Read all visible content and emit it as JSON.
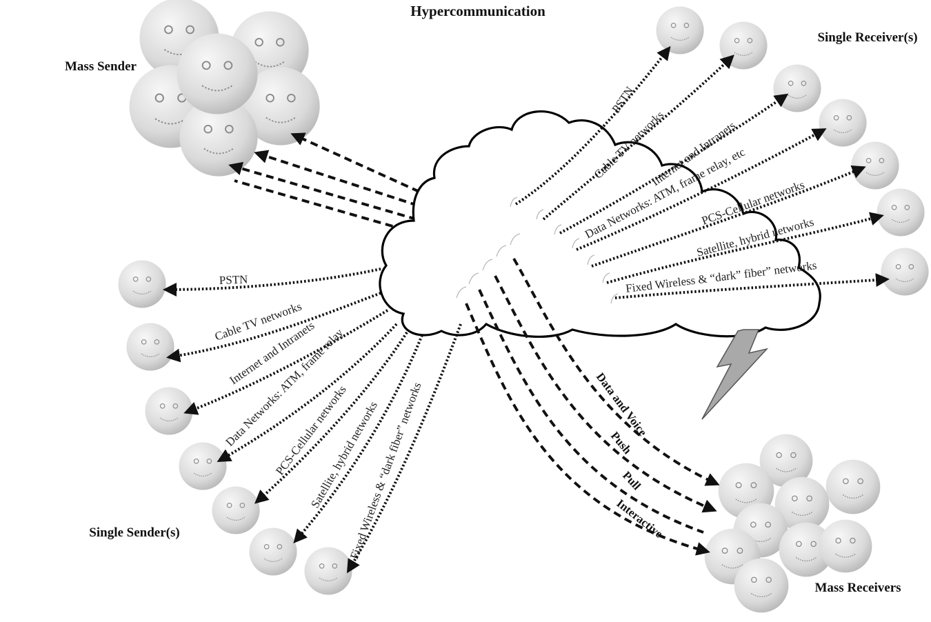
{
  "title": "Hypercommunication",
  "groups": {
    "mass_sender": "Mass Sender",
    "single_receivers": "Single Receiver(s)",
    "single_senders": "Single Sender(s)",
    "mass_receivers": "Mass Receivers"
  },
  "networks_right": [
    "PSTN",
    "Cable TV networks",
    "Internet and Intranets",
    "Data Networks: ATM, frame relay, etc",
    "PCS-Cellular networks",
    "Satellite, hybrid networks",
    "Fixed Wireless & “dark” fiber” networks"
  ],
  "networks_left": [
    "PSTN",
    "Cable TV networks",
    "Internet and Intranets",
    "Data Networks: ATM, frame relay",
    "PCS-Cellular networks",
    "Satellite, hybrid networks",
    "Fixed Wireless & “dark fiber” networks"
  ],
  "modes": [
    "Data and Voice",
    "Push",
    "Pull",
    "Interactive"
  ],
  "colors": {
    "line": "#111111",
    "face_light": "#f2f2f2",
    "face_dark": "#bdbdbd",
    "bolt": "#a9a9a9"
  }
}
